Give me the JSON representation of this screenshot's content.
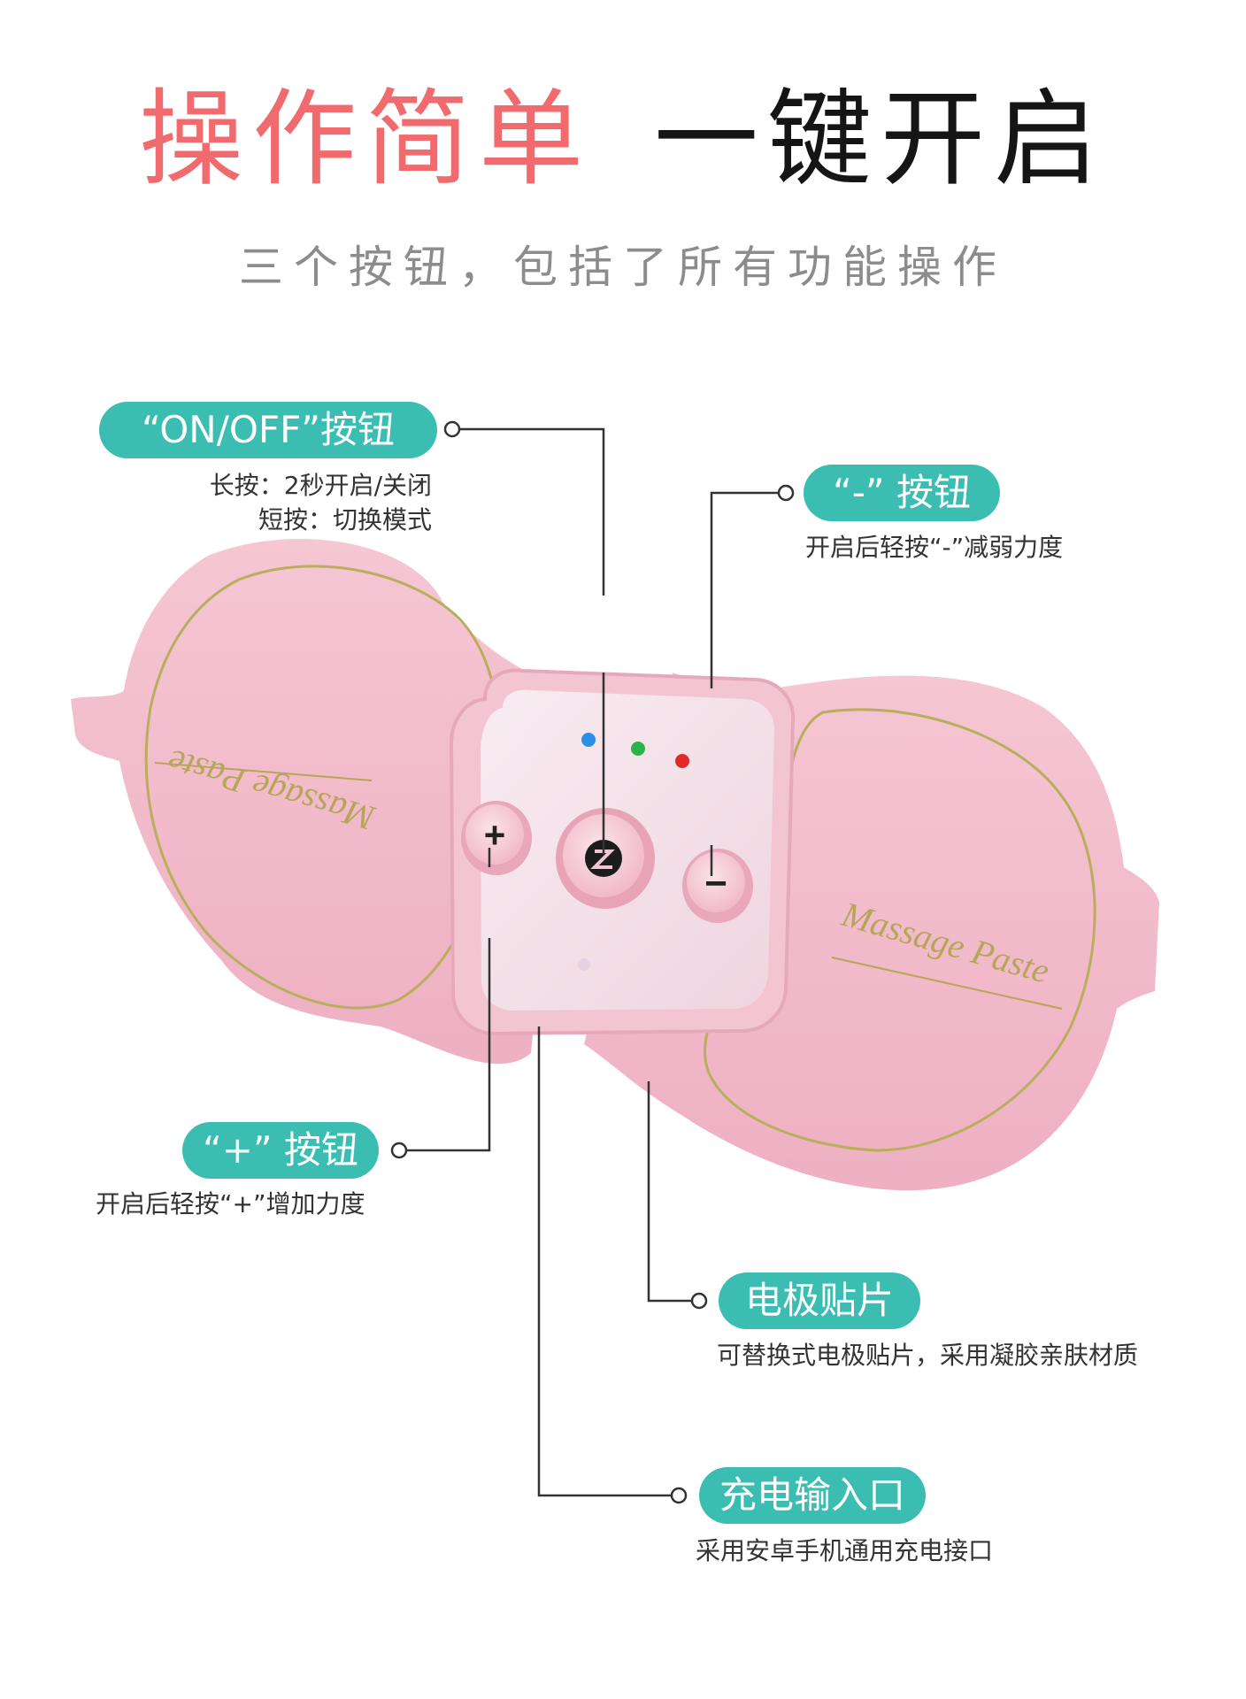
{
  "header": {
    "title_red": "操作简单",
    "title_dark": "一键开启",
    "subtitle": "三个按钮，包括了所有功能操作"
  },
  "device": {
    "pad_text": "Massage Paste",
    "plus_symbol": "+",
    "minus_symbol": "−"
  },
  "callouts": {
    "onoff": {
      "label": "“ON/OFF”按钮",
      "line1": "长按：2秒开启/关闭",
      "line2": "短按：切换模式"
    },
    "minus": {
      "label": "“-” 按钮",
      "desc": "开启后轻按“-”减弱力度"
    },
    "plus": {
      "label": "“+” 按钮",
      "desc": "开启后轻按“+”增加力度"
    },
    "electrode": {
      "label": "电极贴片",
      "desc": "可替换式电极贴片，采用凝胶亲肤材质"
    },
    "charging": {
      "label": "充电输入口",
      "desc": "采用安卓手机通用充电接口"
    }
  },
  "colors": {
    "accent": "#3cbdb2",
    "title_red": "#f06a6e",
    "pad_pink": "#f0b8c8",
    "led_blue": "#2b8fe6",
    "led_green": "#2bb34a",
    "led_red": "#e02a2a"
  }
}
